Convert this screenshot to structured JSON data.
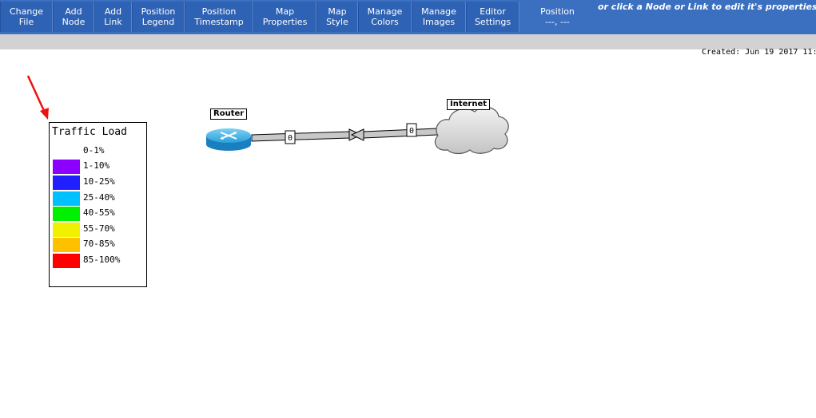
{
  "toolbar": {
    "buttons": [
      {
        "line1": "Change",
        "line2": "File"
      },
      {
        "line1": "Add",
        "line2": "Node"
      },
      {
        "line1": "Add",
        "line2": "Link"
      },
      {
        "line1": "Position",
        "line2": "Legend"
      },
      {
        "line1": "Position",
        "line2": "Timestamp"
      },
      {
        "line1": "Map",
        "line2": "Properties"
      },
      {
        "line1": "Map",
        "line2": "Style"
      },
      {
        "line1": "Manage",
        "line2": "Colors"
      },
      {
        "line1": "Manage",
        "line2": "Images"
      },
      {
        "line1": "Editor",
        "line2": "Settings"
      }
    ],
    "position_label": "Position",
    "position_value": "---, ---",
    "hint": "or click a Node or Link to edit it's properties"
  },
  "timestamp": "Created: Jun 19 2017 11:",
  "legend": {
    "title": "Traffic Load",
    "items": [
      {
        "label": "0-1%",
        "color": "#ffffff"
      },
      {
        "label": "1-10%",
        "color": "#8c00ff"
      },
      {
        "label": "10-25%",
        "color": "#2020ff"
      },
      {
        "label": "25-40%",
        "color": "#00c0ff"
      },
      {
        "label": "40-55%",
        "color": "#00f000"
      },
      {
        "label": "55-70%",
        "color": "#f0f000"
      },
      {
        "label": "70-85%",
        "color": "#ffc000"
      },
      {
        "label": "85-100%",
        "color": "#ff0000"
      }
    ]
  },
  "map": {
    "nodes": {
      "router": {
        "label": "Router",
        "icon": "router-icon"
      },
      "internet": {
        "label": "Internet",
        "icon": "cloud-icon"
      }
    },
    "link": {
      "in_value": "0",
      "out_value": "0"
    }
  },
  "colors": {
    "toolbar": "#3b6fc0",
    "annotation_arrow": "#ee1111"
  }
}
